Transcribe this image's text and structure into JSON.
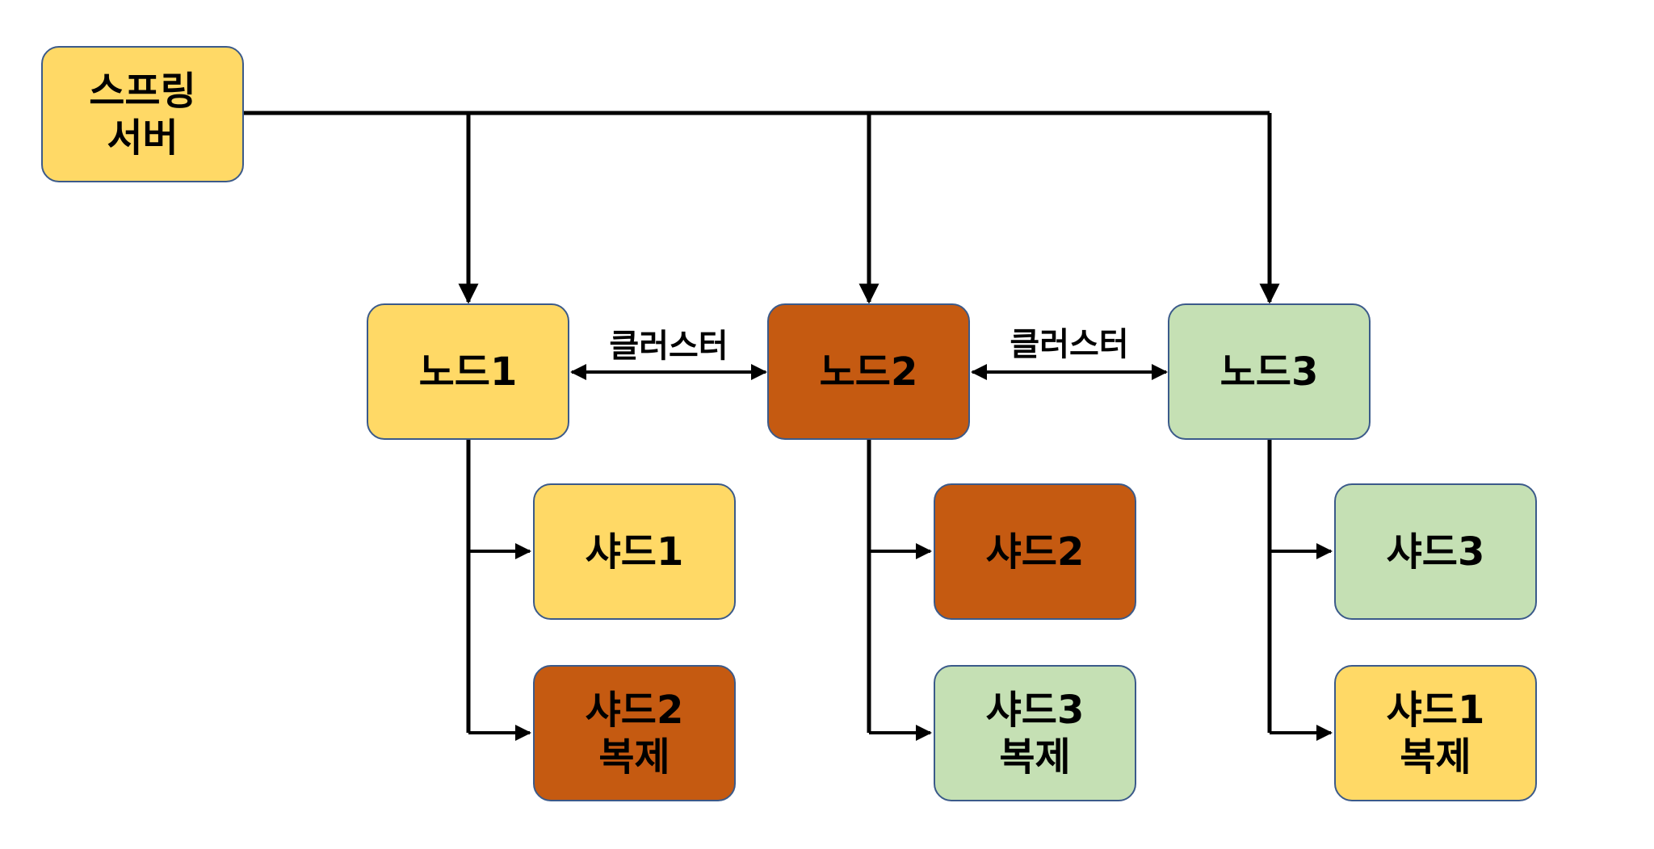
{
  "colors": {
    "yellow": "#ffd966",
    "orange": "#c55a11",
    "green": "#c5e0b4",
    "border": "#3b5a8a",
    "line": "#000000"
  },
  "server": {
    "line1": "스프링",
    "line2": "서버"
  },
  "nodes": [
    {
      "label": "노드1",
      "color": "yellow"
    },
    {
      "label": "노드2",
      "color": "orange"
    },
    {
      "label": "노드3",
      "color": "green"
    }
  ],
  "cluster_labels": [
    "클러스터",
    "클러스터"
  ],
  "shards": [
    {
      "line1": "샤드1",
      "line2": "",
      "color": "yellow"
    },
    {
      "line1": "샤드2",
      "line2": "복제",
      "color": "orange"
    },
    {
      "line1": "샤드2",
      "line2": "",
      "color": "orange"
    },
    {
      "line1": "샤드3",
      "line2": "복제",
      "color": "green"
    },
    {
      "line1": "샤드3",
      "line2": "",
      "color": "green"
    },
    {
      "line1": "샤드1",
      "line2": "복제",
      "color": "yellow"
    }
  ]
}
